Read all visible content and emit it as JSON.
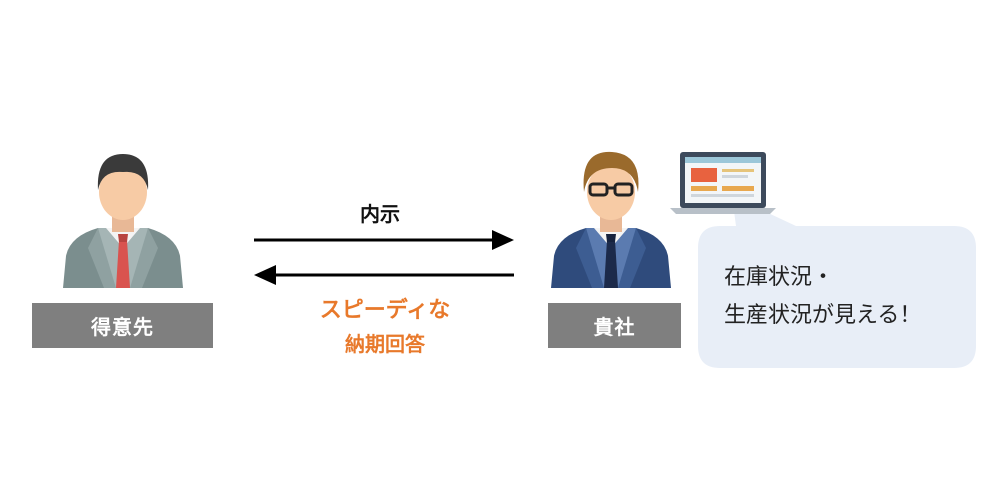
{
  "customer": {
    "label": "得意先"
  },
  "company": {
    "label": "貴社"
  },
  "arrows": {
    "forward_label": "内示",
    "back_label_line1": "スピーディな",
    "back_label_line2": "納期回答"
  },
  "bubble": {
    "line1": "在庫状況・",
    "line2": "生産状況が見える！"
  },
  "colors": {
    "accent_orange": "#e8792b",
    "label_gray": "#7f7f7f",
    "bubble_fill": "#e8eef7"
  }
}
